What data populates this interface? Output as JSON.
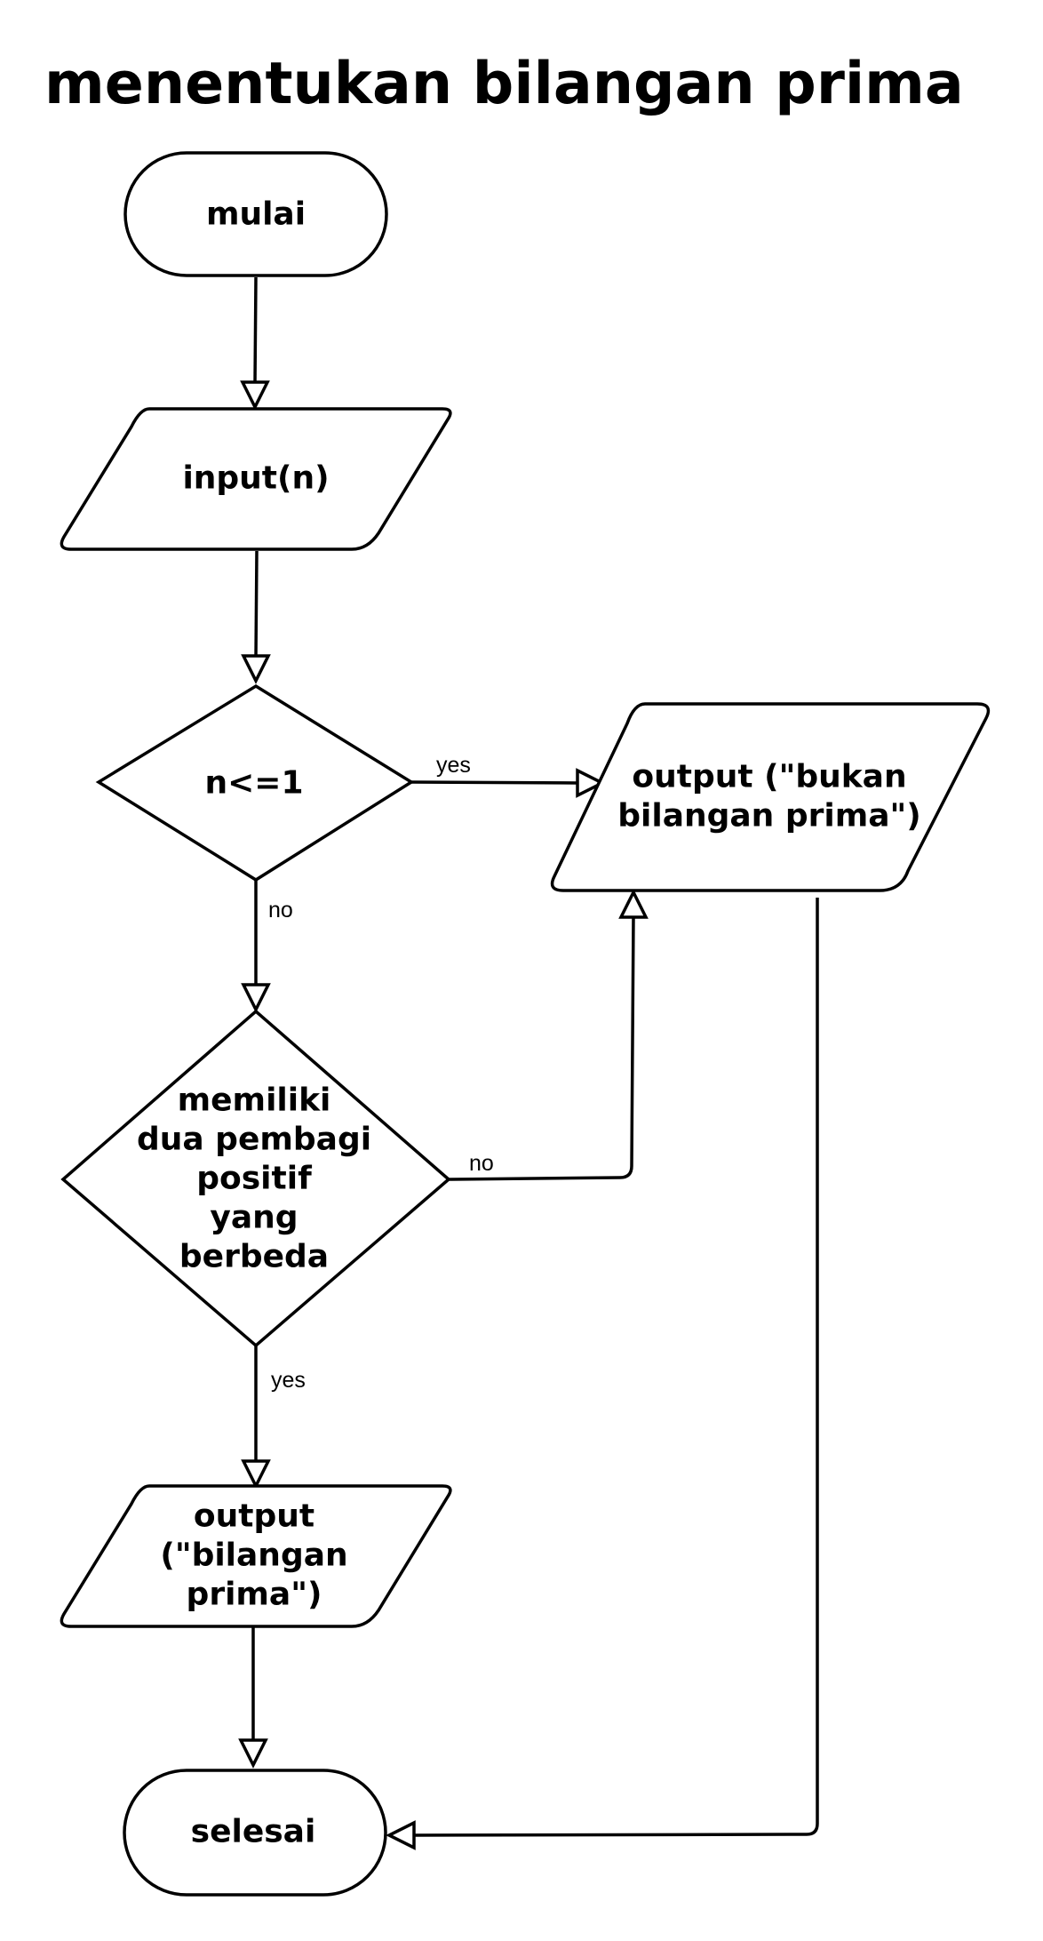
{
  "diagram": {
    "title": "menentukan bilangan prima",
    "nodes": {
      "start": {
        "type": "terminator",
        "text": "mulai"
      },
      "input": {
        "type": "io",
        "text": "input(n)"
      },
      "decision_n": {
        "type": "decision",
        "text": "n<=1"
      },
      "output_not_prime": {
        "type": "io",
        "lines": [
          "output (\"bukan",
          "bilangan prima\")"
        ]
      },
      "decision_divisors": {
        "type": "decision",
        "lines": [
          "memiliki",
          "dua pembagi",
          "positif",
          "yang",
          "berbeda"
        ]
      },
      "output_prime": {
        "type": "io",
        "lines": [
          "output",
          "(\"bilangan",
          "prima\")"
        ]
      },
      "end": {
        "type": "terminator",
        "text": "selesai"
      }
    },
    "edges": [
      {
        "from": "start",
        "to": "input",
        "label": ""
      },
      {
        "from": "input",
        "to": "decision_n",
        "label": ""
      },
      {
        "from": "decision_n",
        "to": "output_not_prime",
        "label": "yes"
      },
      {
        "from": "decision_n",
        "to": "decision_divisors",
        "label": "no"
      },
      {
        "from": "decision_divisors",
        "to": "output_not_prime",
        "label": "no"
      },
      {
        "from": "decision_divisors",
        "to": "output_prime",
        "label": "yes"
      },
      {
        "from": "output_prime",
        "to": "end",
        "label": ""
      },
      {
        "from": "output_not_prime",
        "to": "end",
        "label": ""
      }
    ]
  }
}
